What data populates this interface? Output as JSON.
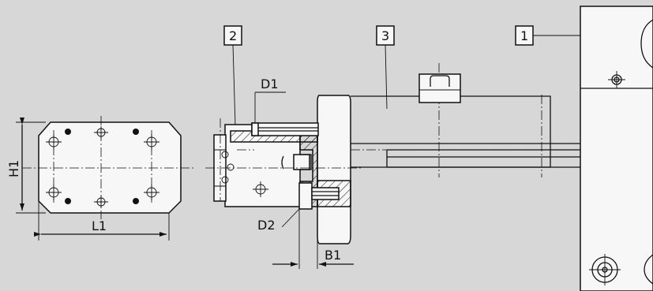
{
  "dimensions": {
    "height": "H1",
    "length": "L1",
    "diameter_upper": "D1",
    "diameter_lower": "D2",
    "offset": "B1"
  },
  "callouts": [
    "2",
    "3",
    "1"
  ],
  "colors": {
    "background": "#d7d7d7",
    "part_fill": "#f7f7f7",
    "line": "#111111"
  }
}
